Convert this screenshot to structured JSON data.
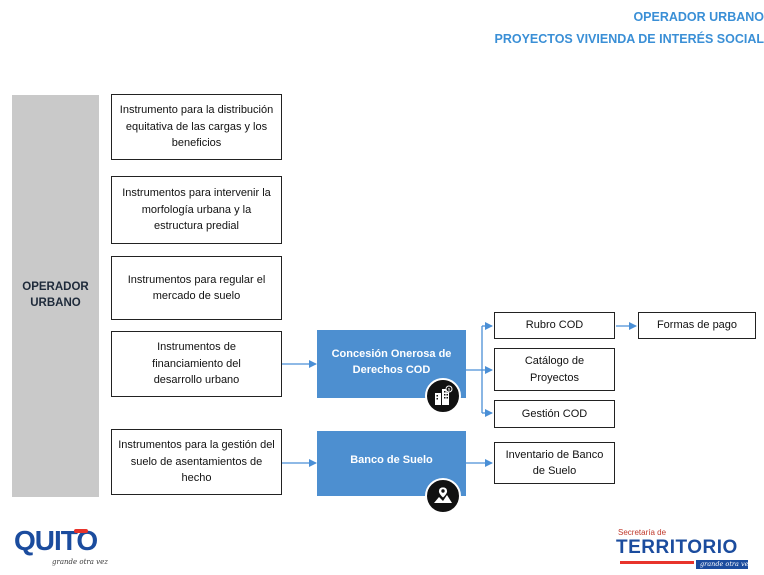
{
  "header": {
    "line1": "OPERADOR URBANO",
    "line2": "PROYECTOS  VIVIENDA DE INTERÉS SOCIAL"
  },
  "left_bar": {
    "label": "OPERADOR URBANO"
  },
  "instruments": [
    "Instrumento para la distribución equitativa de las cargas y los beneficios",
    "Instrumentos para intervenir la morfología urbana y la estructura predial",
    "Instrumentos para regular el mercado de suelo",
    "Instrumentos de financiamiento del desarrollo urbano",
    "Instrumentos para la gestión del suelo de asentamientos de hecho"
  ],
  "mechanisms": {
    "cod": "Concesión Onerosa de Derechos COD",
    "banco": "Banco de Suelo"
  },
  "outputs": {
    "rubro": "Rubro COD",
    "catalogo": "Catálogo de Proyectos",
    "gestion": "Gestión COD",
    "formas": "Formas de pago",
    "inventario": "Inventario de Banco de Suelo"
  },
  "logos": {
    "quito": "QUITO",
    "quito_tagline": "grande otra vez",
    "secretaria": "Secretaría de",
    "territorio": "TERRITORIO",
    "terr_tagline": "grande otra vez"
  },
  "colors": {
    "accent": "#3a8fd6",
    "box_blue": "#4d8fd0",
    "bar_gray": "#c9c9c9",
    "arrow": "#4a8fd6"
  }
}
